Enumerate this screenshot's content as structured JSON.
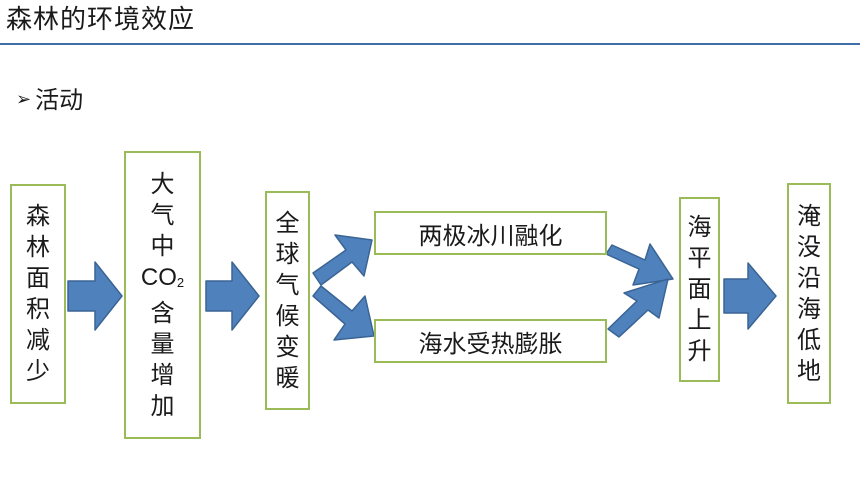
{
  "header": {
    "title": "森林的环境效应"
  },
  "section": {
    "bullet_icon": "arrow-bullet-icon",
    "bullet": "➢",
    "label": "活动"
  },
  "nodes": {
    "forest": [
      "森",
      "林",
      "面",
      "积",
      "减",
      "少"
    ],
    "co2_before": [
      "大",
      "气",
      "中"
    ],
    "co2_main": "CO",
    "co2_sub": "2",
    "co2_after": [
      "含",
      "量",
      "增",
      "加"
    ],
    "warming": [
      "全",
      "球",
      "气",
      "候",
      "变",
      "暖"
    ],
    "glacier": "两极冰川融化",
    "seawater": "海水受热膨胀",
    "sealevel": [
      "海",
      "平",
      "面",
      "上",
      "升"
    ],
    "flood": [
      "淹",
      "没",
      "沿",
      "海",
      "低",
      "地"
    ]
  },
  "colors": {
    "box_border": "#9bbb59",
    "arrow_fill": "#4f81bd",
    "arrow_stroke": "#3a6494",
    "rule": "#3f6fa6"
  }
}
